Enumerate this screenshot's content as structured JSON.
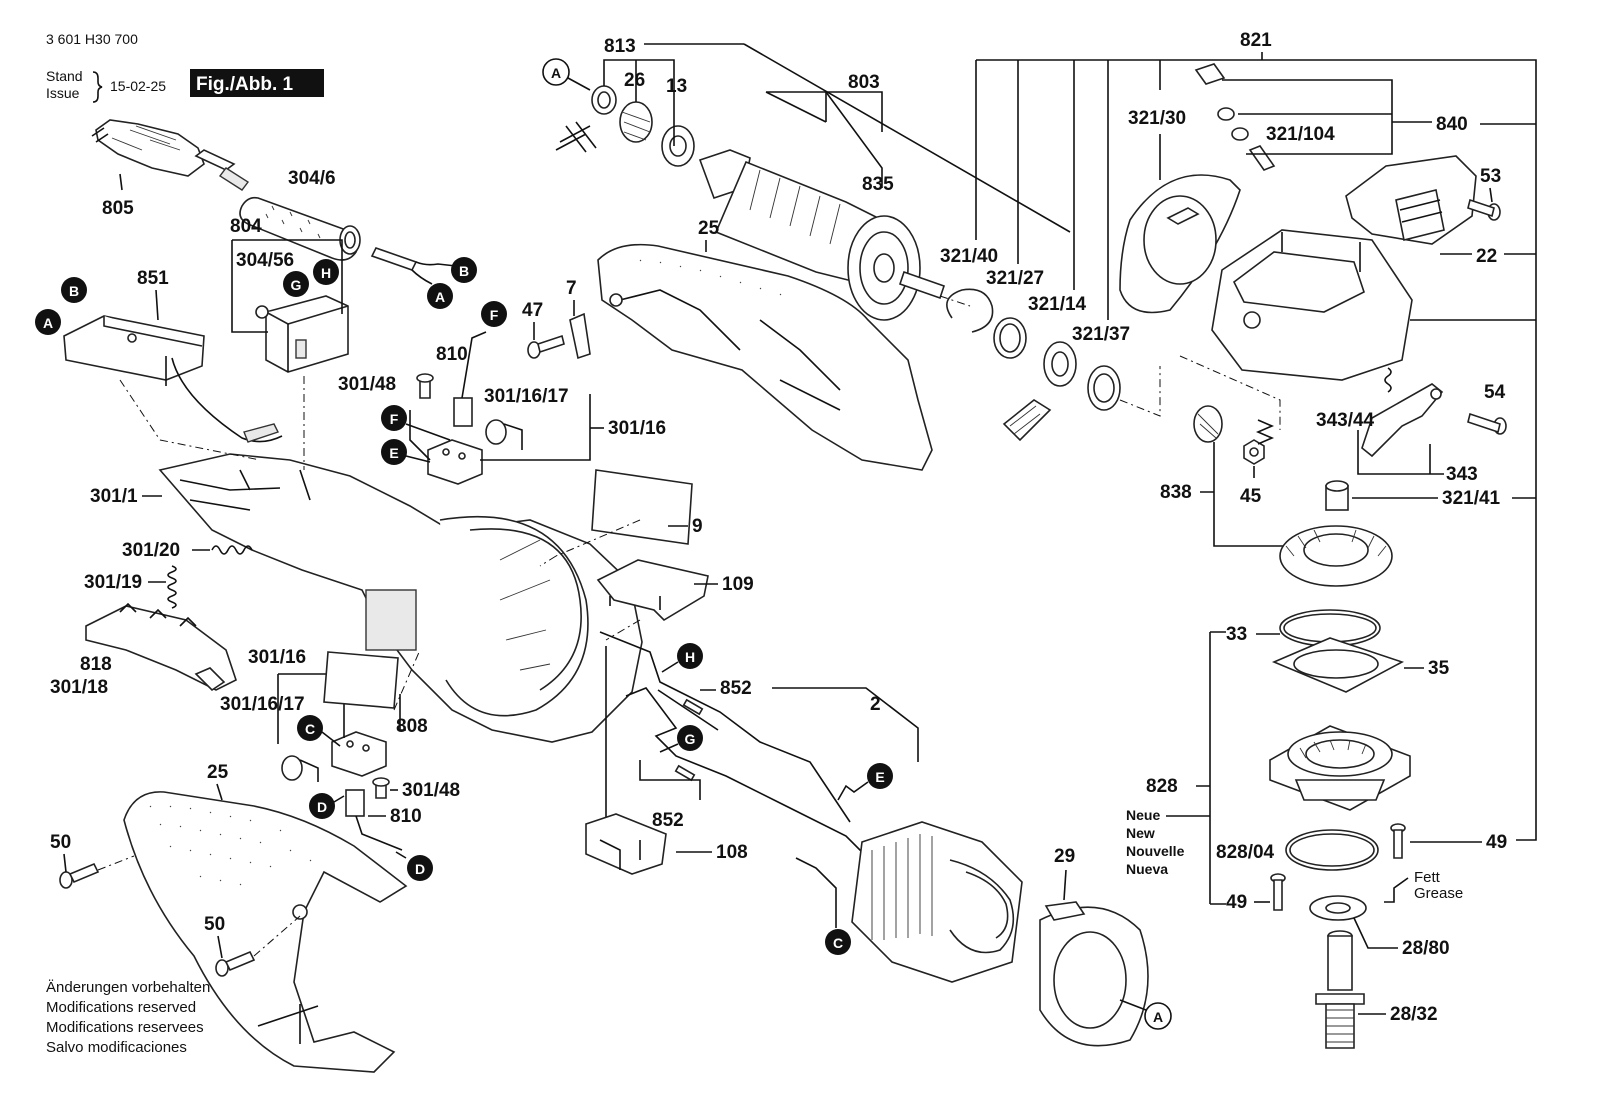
{
  "header": {
    "doc_number": "3 601 H30 700",
    "stand_line1": "Stand",
    "stand_line2": "Issue",
    "stand_date": "15-02-25",
    "figure_label": "Fig./Abb. 1"
  },
  "labels": {
    "l805": "805",
    "l304_6": "304/6",
    "l804": "804",
    "l304_56": "304/56",
    "l851": "851",
    "l813": "813",
    "l26": "26",
    "l13": "13",
    "l803": "803",
    "l835": "835",
    "l25_top": "25",
    "l7": "7",
    "l47": "47",
    "l810_top": "810",
    "l301_48_top": "301/48",
    "l301_16_17_top": "301/16/17",
    "l301_16_top": "301/16",
    "l301_1": "301/1",
    "l301_20": "301/20",
    "l301_19": "301/19",
    "l818": "818",
    "l301_18": "301/18",
    "l9": "9",
    "l109": "109",
    "l301_16_mid": "301/16",
    "l301_16_17_mid": "301/16/17",
    "l808": "808",
    "l301_48_mid": "301/48",
    "l810_mid": "810",
    "l25_bottom": "25",
    "l50_a": "50",
    "l50_b": "50",
    "l852_a": "852",
    "l852_b": "852",
    "l2": "2",
    "l108": "108",
    "l29": "29",
    "l821": "821",
    "l321_30": "321/30",
    "l321_104": "321/104",
    "l840": "840",
    "l53": "53",
    "l321_40": "321/40",
    "l321_27": "321/27",
    "l321_14": "321/14",
    "l321_37": "321/37",
    "l22": "22",
    "l54": "54",
    "l343_44": "343/44",
    "l343": "343",
    "l838": "838",
    "l45": "45",
    "l321_41": "321/41",
    "l33": "33",
    "l35": "35",
    "l828": "828",
    "l828_04": "828/04",
    "l49_a": "49",
    "l49_b": "49",
    "l28_80": "28/80",
    "l28_32": "28/32"
  },
  "connectors": {
    "A": "A",
    "B": "B",
    "C": "C",
    "D": "D",
    "E": "E",
    "F": "F",
    "G": "G",
    "H": "H"
  },
  "neue_new": [
    "Neue",
    "New",
    "Nouvelle",
    "Nueva"
  ],
  "fett_grease": [
    "Fett",
    "Grease"
  ],
  "footer_notes": [
    "Änderungen vorbehalten",
    "Modifications reserved",
    "Modifications reservees",
    "Salvo modificaciones"
  ]
}
